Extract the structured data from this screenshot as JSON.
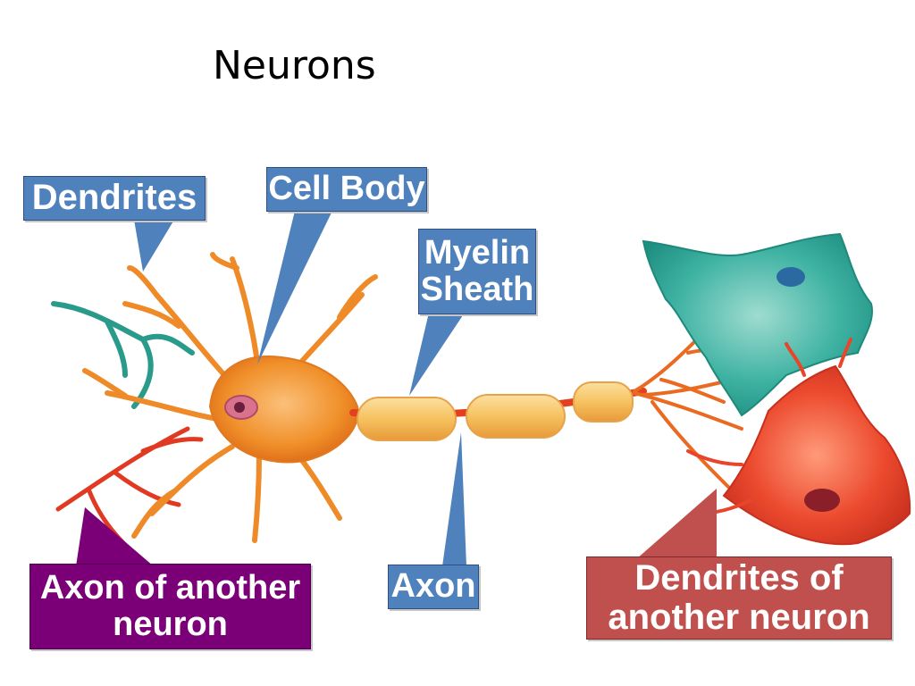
{
  "slide": {
    "title": "Neurons"
  },
  "labels": {
    "dendrites": "Dendrites",
    "cell_body": "Cell Body",
    "myelin_sheath": [
      "Myelin",
      "Sheath"
    ],
    "axon": "Axon",
    "axon_of_another_neuron": [
      "Axon of another",
      "neuron"
    ],
    "dendrites_of_another_neuron": [
      "Dendrites of",
      "another neuron"
    ]
  },
  "colors": {
    "label_blue": "#4f81bd",
    "label_purple": "#7b0078",
    "label_red": "#c0504d",
    "neuron_orange": "#f0902a",
    "myelin_yellow": "#f6c25f",
    "neuron_teal": "#2fa99a",
    "neuron_red": "#e8412a"
  }
}
